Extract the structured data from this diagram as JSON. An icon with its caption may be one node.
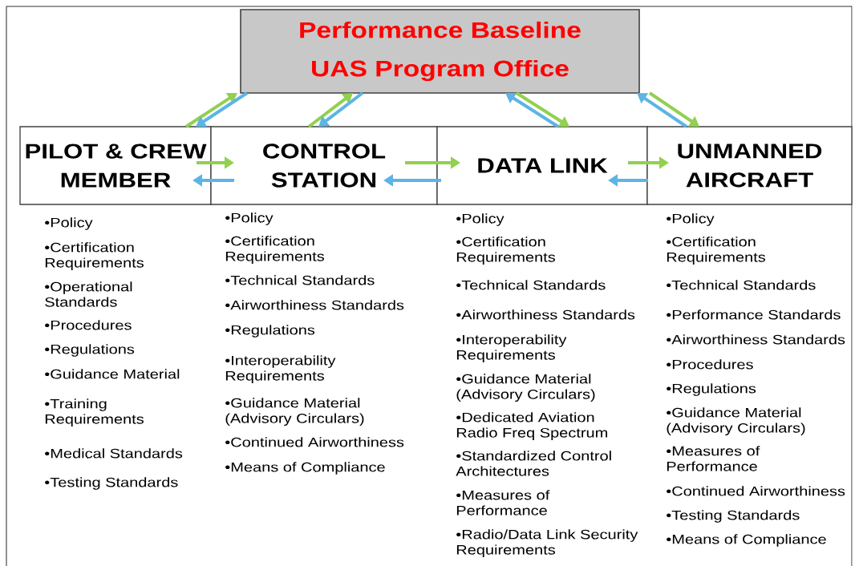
{
  "diagram": {
    "nodes": [
      {
        "text": [
          "Performance Baseline",
          "UAS Program Office"
        ]
      },
      {
        "text": [
          "PILOT & CREW MEMBER"
        ],
        "beside": [
          "•Policy",
          "•Certification Requirements",
          "•Operational Standards",
          "•Procedures",
          "•Regulations",
          "•Guidance Material",
          "•Training Requirements",
          "•Medical Standards",
          "•Testing Standards"
        ]
      },
      {
        "text": [
          "CONTROL STATION"
        ],
        "beside": [
          "•Policy",
          "•Certification Requirements",
          "•Technical Standards",
          "•Airworthiness Standards",
          "•Regulations",
          "•Interoperability Requirements",
          "•Guidance Material (Advisory Circulars)",
          "•Continued Airworthiness",
          "•Means of Compliance"
        ]
      },
      {
        "text": [
          "DATA LINK"
        ],
        "beside": [
          "•Policy",
          "•Certification Requirements",
          "•Technical Standards",
          "•Airworthiness Standards",
          "•Interoperability Requirements",
          "•Guidance Material (Advisory Circulars)",
          "•Dedicated Aviation Radio Freq Spectrum",
          "•Standardized Control Architectures",
          "•Measures of Performance",
          "•Radio/Data Link Security Requirements"
        ]
      },
      {
        "text": [
          "UNMANNED AIRCRAFT"
        ],
        "beside": [
          "•Policy",
          "•Certification Requirements",
          "•Technical Standards",
          "•Performance Standards",
          "•Airworthiness Standards",
          "•Procedures",
          "•Regulations",
          "•Guidance Material (Advisory Circulars)",
          "•Measures of Performance",
          "•Continued Airworthiness",
          "•Testing Standards",
          "•Means of Compliance"
        ]
      }
    ],
    "edges": [
      {
        "from": 1,
        "to": 0,
        "arrow": "to",
        "color": "#92d050"
      },
      {
        "from": 0,
        "to": 1,
        "arrow": "to",
        "color": "#5db4e5"
      },
      {
        "from": 2,
        "to": 0,
        "arrow": "to",
        "color": "#92d050"
      },
      {
        "from": 0,
        "to": 2,
        "arrow": "to",
        "color": "#5db4e5"
      },
      {
        "from": 3,
        "to": 0,
        "arrow": "to",
        "color": "#5db4e5"
      },
      {
        "from": 0,
        "to": 3,
        "arrow": "to",
        "color": "#92d050"
      },
      {
        "from": 4,
        "to": 0,
        "arrow": "to",
        "color": "#5db4e5"
      },
      {
        "from": 0,
        "to": 4,
        "arrow": "to",
        "color": "#92d050"
      },
      {
        "from": 1,
        "to": 2,
        "arrow": "to",
        "color": "#92d050"
      },
      {
        "from": 2,
        "to": 1,
        "arrow": "to",
        "color": "#5db4e5"
      },
      {
        "from": 2,
        "to": 3,
        "arrow": "to",
        "color": "#92d050"
      },
      {
        "from": 3,
        "to": 2,
        "arrow": "to",
        "color": "#5db4e5"
      },
      {
        "from": 3,
        "to": 4,
        "arrow": "to",
        "color": "#92d050"
      },
      {
        "from": 4,
        "to": 3,
        "arrow": "to",
        "color": "#5db4e5"
      }
    ]
  }
}
